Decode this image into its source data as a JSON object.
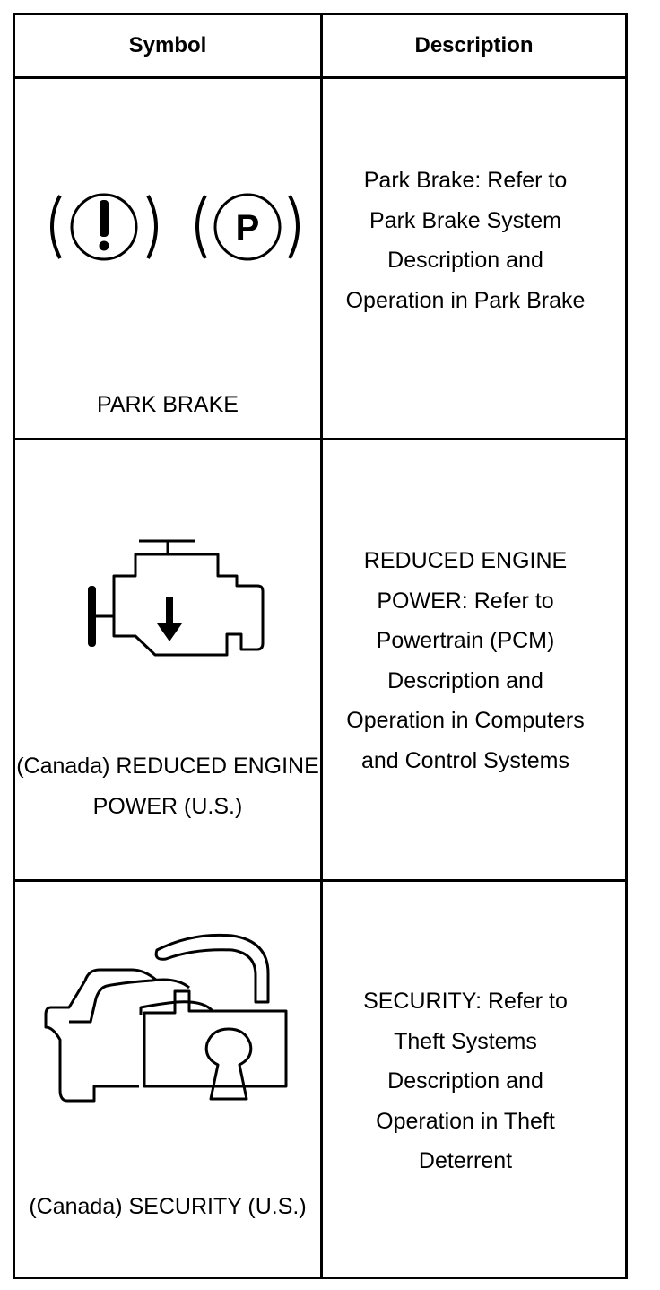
{
  "headers": {
    "symbol": "Symbol",
    "description": "Description"
  },
  "rows": [
    {
      "icon": "park-brake-icon",
      "symbol_label": "PARK BRAKE",
      "description": "Park Brake: Refer to Park Brake System Description and Operation in Park Brake"
    },
    {
      "icon": "reduced-engine-power-icon",
      "symbol_label": "(Canada) REDUCED ENGINE POWER (U.S.)",
      "description": "REDUCED ENGINE POWER: Refer to Powertrain (PCM) Description and Operation in Computers and Control Systems"
    },
    {
      "icon": "security-icon",
      "symbol_label": "(Canada) SECURITY (U.S.)",
      "description": "SECURITY: Refer to Theft Systems Description and Operation in Theft Deterrent"
    }
  ]
}
